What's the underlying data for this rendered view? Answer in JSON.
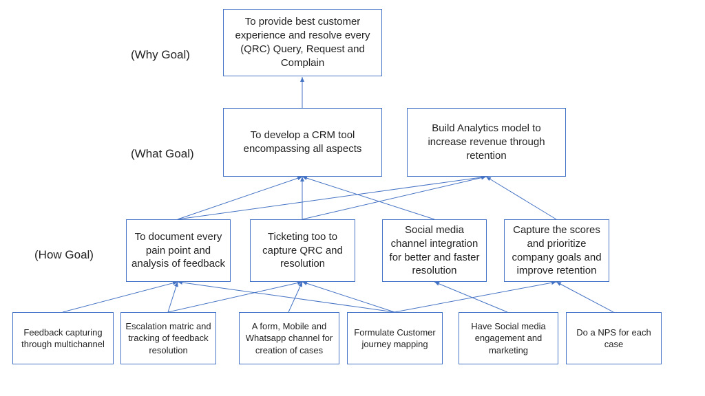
{
  "levels": {
    "why": "(Why Goal)",
    "what": "(What Goal)",
    "how": "(How Goal)"
  },
  "boxes": {
    "why_goal": "To provide best customer experience and resolve every (QRC) Query, Request and Complain",
    "what_crm": "To develop a CRM tool encompassing all aspects",
    "what_analytics": "Build Analytics model to increase revenue through retention",
    "how_document": "To document every pain point and analysis of feedback",
    "how_ticketing": "Ticketing too to capture QRC and resolution",
    "how_social": "Social media channel integration for better and faster resolution",
    "how_scores": "Capture the scores and prioritize company goals and improve retention",
    "act_feedback": "Feedback capturing through multichannel",
    "act_escalation": "Escalation matric and tracking of feedback resolution",
    "act_form": "A form, Mobile and Whatsapp channel for creation of cases",
    "act_journey": "Formulate Customer journey mapping",
    "act_social": "Have Social media engagement and marketing",
    "act_nps": "Do a NPS for each case"
  },
  "colors": {
    "line": "#4472c4",
    "border": "#4472c4"
  }
}
